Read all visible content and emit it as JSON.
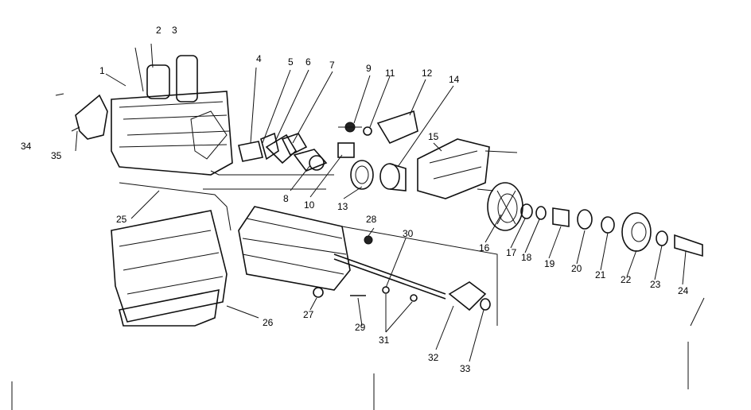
{
  "diagram": {
    "part_numbers": [
      "1",
      "2",
      "3",
      "4",
      "5",
      "6",
      "7",
      "8",
      "9",
      "10",
      "11",
      "12",
      "13",
      "14",
      "15",
      "16",
      "17",
      "18",
      "19",
      "20",
      "21",
      "22",
      "23",
      "24",
      "25",
      "26",
      "27",
      "28",
      "29",
      "30",
      "31",
      "32",
      "33",
      "34",
      "35"
    ]
  }
}
